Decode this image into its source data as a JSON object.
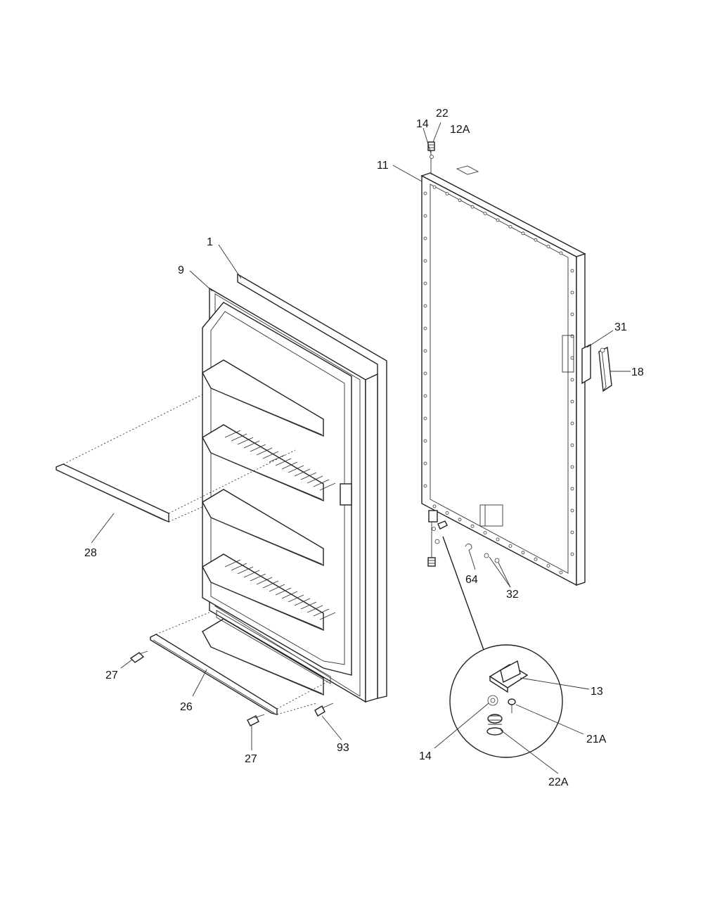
{
  "callouts": [
    {
      "id": "c-1",
      "text": "1"
    },
    {
      "id": "c-9",
      "text": "9"
    },
    {
      "id": "c-11",
      "text": "11"
    },
    {
      "id": "c-14-top",
      "text": "14"
    },
    {
      "id": "c-22-top",
      "text": "22"
    },
    {
      "id": "c-12a",
      "text": "12A"
    },
    {
      "id": "c-31",
      "text": "31"
    },
    {
      "id": "c-18",
      "text": "18"
    },
    {
      "id": "c-28",
      "text": "28"
    },
    {
      "id": "c-64",
      "text": "64"
    },
    {
      "id": "c-32",
      "text": "32"
    },
    {
      "id": "c-27-left",
      "text": "27"
    },
    {
      "id": "c-26",
      "text": "26"
    },
    {
      "id": "c-27-bottom",
      "text": "27"
    },
    {
      "id": "c-93",
      "text": "93"
    },
    {
      "id": "c-13",
      "text": "13"
    },
    {
      "id": "c-21a",
      "text": "21A"
    },
    {
      "id": "c-14-detail",
      "text": "14"
    },
    {
      "id": "c-22a",
      "text": "22A"
    }
  ]
}
